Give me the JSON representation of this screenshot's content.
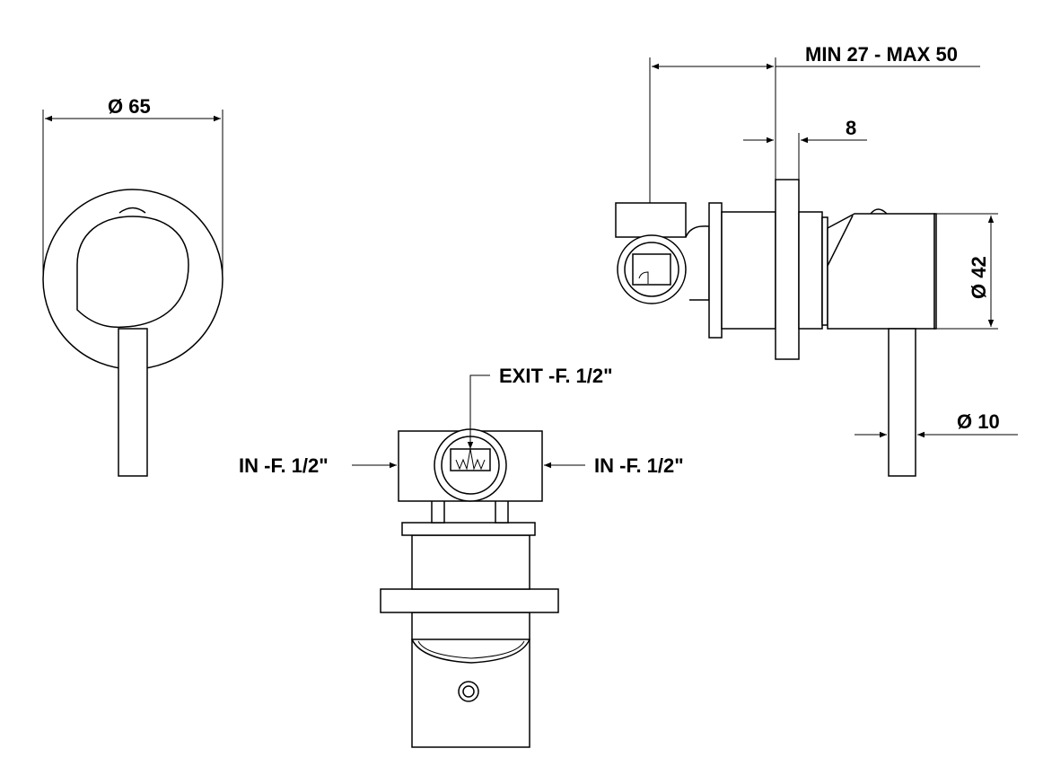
{
  "labels": {
    "front_diameter": "Ø  65",
    "install_depth": "MIN 27 - MAX 50",
    "plate_thickness": "8",
    "body_diameter": "Ø  42",
    "lever_diameter": "Ø  10",
    "exit": "EXIT -F. 1/2\"",
    "inlet_left": "IN -F. 1/2\"",
    "inlet_right": "IN -F. 1/2\""
  }
}
